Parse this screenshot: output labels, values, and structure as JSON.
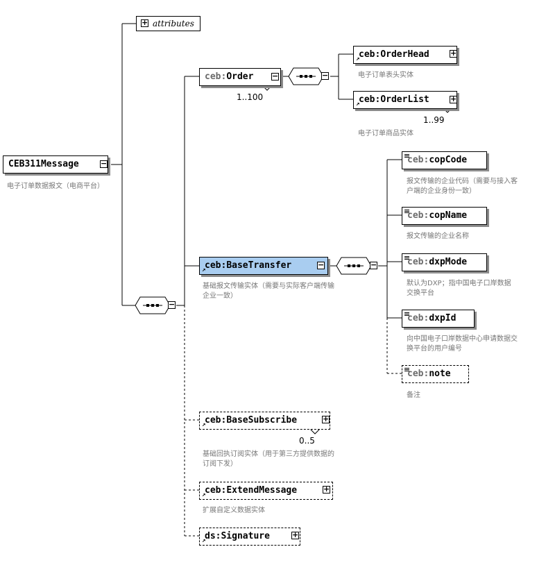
{
  "root": {
    "name": "CEB311Message",
    "toggle": "−",
    "desc": "电子订单数据报文（电商平台）"
  },
  "attributes": {
    "label": "attributes",
    "toggle": "+"
  },
  "order": {
    "prefix": "ceb",
    "name": "Order",
    "toggle": "−",
    "cardinality": "1..100"
  },
  "order_head": {
    "prefix": "ceb",
    "name": "OrderHead",
    "toggle": "+",
    "desc": "电子订单表头实体"
  },
  "order_list": {
    "prefix": "ceb",
    "name": "OrderList",
    "toggle": "+",
    "cardinality": "1..99",
    "desc": "电子订单商品实体"
  },
  "base_transfer": {
    "prefix": "ceb",
    "name": "BaseTransfer",
    "toggle": "−",
    "desc": "基础报文传输实体（需要与实际客户端传输企业一致）"
  },
  "cop_code": {
    "prefix": "ceb",
    "name": "copCode",
    "desc": "报文传输的企业代码（需要与接入客户端的企业身份一致）"
  },
  "cop_name": {
    "prefix": "ceb",
    "name": "copName",
    "desc": "报文传输的企业名称"
  },
  "dxp_mode": {
    "prefix": "ceb",
    "name": "dxpMode",
    "desc": "默认为DXP；指中国电子口岸数据交换平台"
  },
  "dxp_id": {
    "prefix": "ceb",
    "name": "dxpId",
    "desc": "向中国电子口岸数据中心申请数据交换平台的用户编号"
  },
  "note": {
    "prefix": "ceb",
    "name": "note",
    "desc": "备注"
  },
  "base_subscribe": {
    "prefix": "ceb",
    "name": "BaseSubscribe",
    "toggle": "+",
    "cardinality": "0..5",
    "desc": "基础回执订阅实体（用于第三方提供数据的订阅下发）"
  },
  "extend_message": {
    "prefix": "ceb",
    "name": "ExtendMessage",
    "toggle": "+",
    "desc": "扩展自定义数据实体"
  },
  "signature": {
    "prefix": "ds",
    "name": "Signature",
    "toggle": "+"
  },
  "seq_toggle": "−"
}
